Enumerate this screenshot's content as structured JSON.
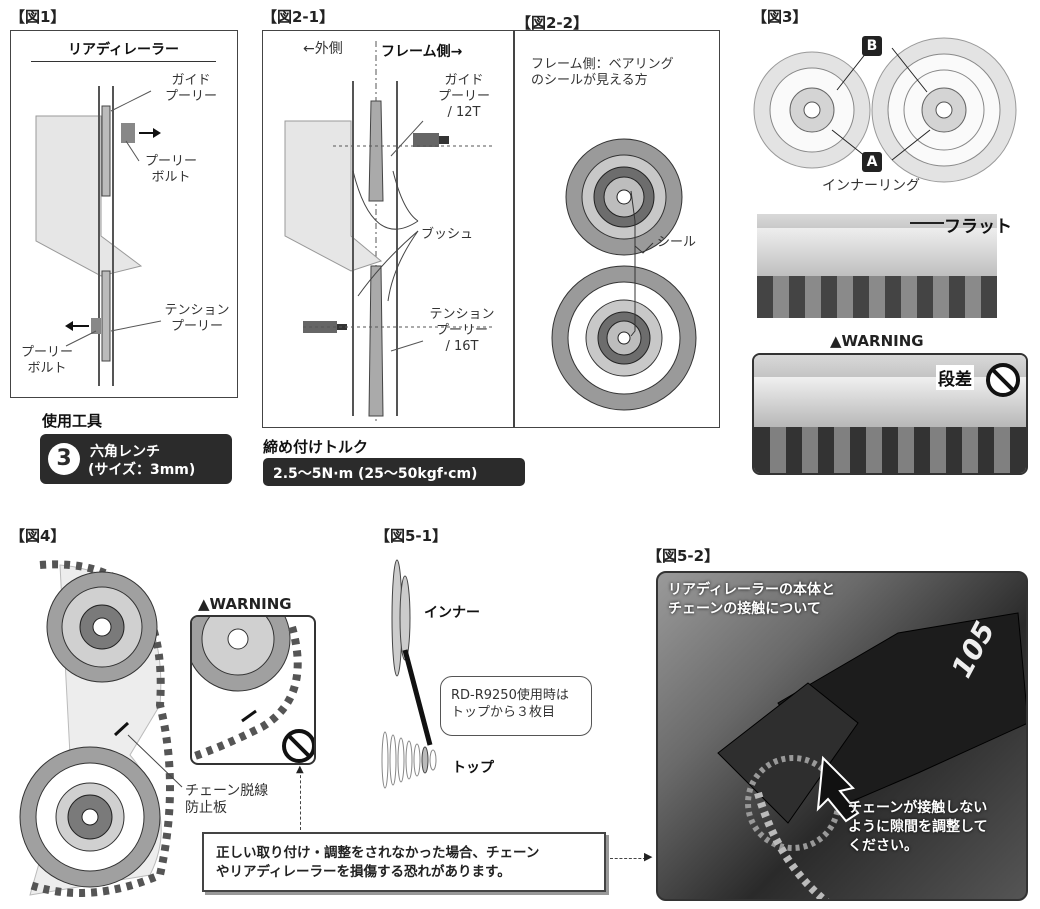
{
  "fig1": {
    "title": "【図1】",
    "header": "リアディレーラー",
    "guide_pulley": [
      "ガイド",
      "プーリー"
    ],
    "pulley_bolt_top": [
      "プーリー",
      "ボルト"
    ],
    "tension_pulley": [
      "テンション",
      "プーリー"
    ],
    "pulley_bolt_bottom": [
      "プーリー",
      "ボルト"
    ]
  },
  "tools": {
    "heading": "使用工具",
    "number": "3",
    "line1": "六角レンチ",
    "line2": "(サイズ：3mm)"
  },
  "fig2_1": {
    "title": "【図2-1】",
    "outer": "←外側",
    "frame_side": "フレーム側→",
    "guide_pulley": [
      "ガイド",
      "プーリー",
      "/ 12T"
    ],
    "bush": "ブッシュ",
    "tension_pulley": [
      "テンション",
      "プーリー",
      "/ 16T"
    ]
  },
  "fig2_2": {
    "title": "【図2-2】",
    "note": [
      "フレーム側：ベアリング",
      "のシールが見える方"
    ],
    "seal": "シール"
  },
  "torque": {
    "heading": "締め付けトルク",
    "value": "2.5～5N·m (25～50kgf·cm)"
  },
  "fig3": {
    "title": "【図3】",
    "label_a": "A",
    "label_b": "B",
    "inner_ring": "インナーリング",
    "flat": "フラット",
    "warning": "WARNING",
    "step": "段差"
  },
  "fig4": {
    "title": "【図4】",
    "warning": "WARNING",
    "guard": [
      "チェーン脱線",
      "防止板"
    ]
  },
  "fig5_1": {
    "title": "【図5-1】",
    "inner": "インナー",
    "top": "トップ",
    "bubble": [
      "RD-R9250使用時は",
      "トップから３枚目"
    ]
  },
  "fig5_2": {
    "title": "【図5-2】",
    "caption": [
      "リアディレーラーの本体と",
      "チェーンの接触について"
    ],
    "brand": "105",
    "note": [
      "チェーンが接触しない",
      "ように隙間を調整して",
      "ください。"
    ]
  },
  "notice": [
    "正しい取り付け・調整をされなかった場合、チェーン",
    "やリアディレーラーを損傷する恐れがあります。"
  ]
}
